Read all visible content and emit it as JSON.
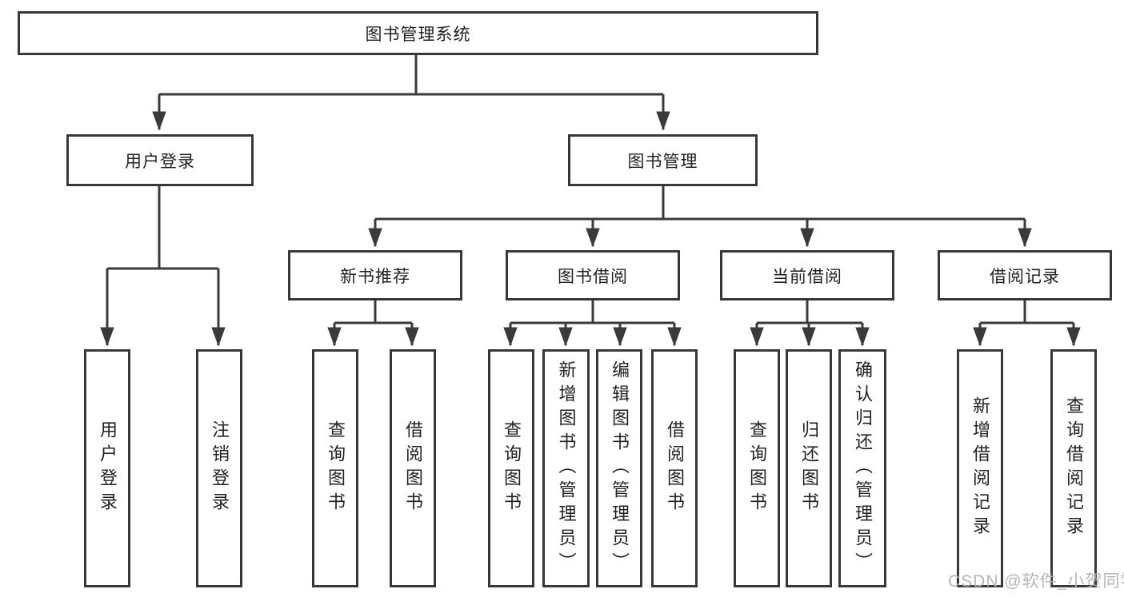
{
  "diagram_title": "图书管理系统",
  "colors": {
    "line": "#3a3a3a",
    "box_border": "#383838",
    "box_background": "#ffffff",
    "text": "#222222",
    "watermark": "#b2b2b2"
  },
  "nodes": {
    "root": {
      "label": "图书管理系统"
    },
    "user_login": {
      "label": "用户登录"
    },
    "book_management": {
      "label": "图书管理"
    },
    "new_book_rec": {
      "label": "新书推荐"
    },
    "book_borrow": {
      "label": "图书借阅"
    },
    "current_borrow": {
      "label": "当前借阅"
    },
    "borrow_records": {
      "label": "借阅记录"
    },
    "leaf_user_login": {
      "label": "用户登录"
    },
    "leaf_logout": {
      "label": "注销登录"
    },
    "nbr_query": {
      "label": "查询图书"
    },
    "nbr_borrow": {
      "label": "借阅图书"
    },
    "bb_query": {
      "label": "查询图书"
    },
    "bb_add": {
      "label": "新增图书（管理员）"
    },
    "bb_edit": {
      "label": "编辑图书（管理员）"
    },
    "bb_borrow": {
      "label": "借阅图书"
    },
    "cb_query": {
      "label": "查询图书"
    },
    "cb_return": {
      "label": "归还图书"
    },
    "cb_confirm": {
      "label": "确认归还（管理员）"
    },
    "br_add": {
      "label": "新增借阅记录"
    },
    "br_query": {
      "label": "查询借阅记录"
    }
  },
  "watermark": {
    "text": "CSDN @软件_小贺同学"
  }
}
